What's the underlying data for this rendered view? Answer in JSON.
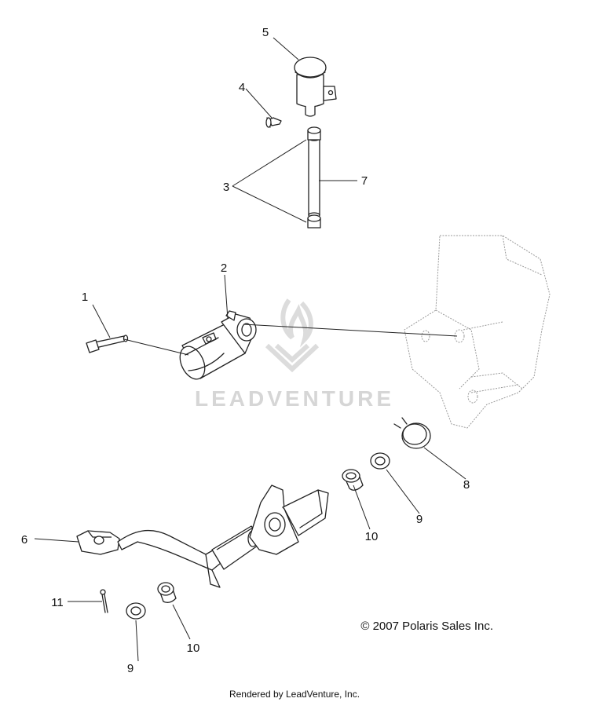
{
  "callouts": [
    {
      "id": "c1",
      "text": "1"
    },
    {
      "id": "c2",
      "text": "2"
    },
    {
      "id": "c3",
      "text": "3"
    },
    {
      "id": "c4",
      "text": "4"
    },
    {
      "id": "c5",
      "text": "5"
    },
    {
      "id": "c6",
      "text": "6"
    },
    {
      "id": "c7",
      "text": "7"
    },
    {
      "id": "c8",
      "text": "8"
    },
    {
      "id": "c9a",
      "text": "9"
    },
    {
      "id": "c9b",
      "text": "9"
    },
    {
      "id": "c10a",
      "text": "10"
    },
    {
      "id": "c10b",
      "text": "10"
    },
    {
      "id": "c11",
      "text": "11"
    }
  ],
  "watermark": {
    "text": "LEADVENTURE"
  },
  "copyright": {
    "text": "© 2007 Polaris Sales Inc."
  },
  "footer": {
    "text": "Rendered by LeadVenture, Inc."
  },
  "colors": {
    "line": "#222222",
    "ghost": "#9a9a9a",
    "watermark": "#d6d6d6"
  }
}
